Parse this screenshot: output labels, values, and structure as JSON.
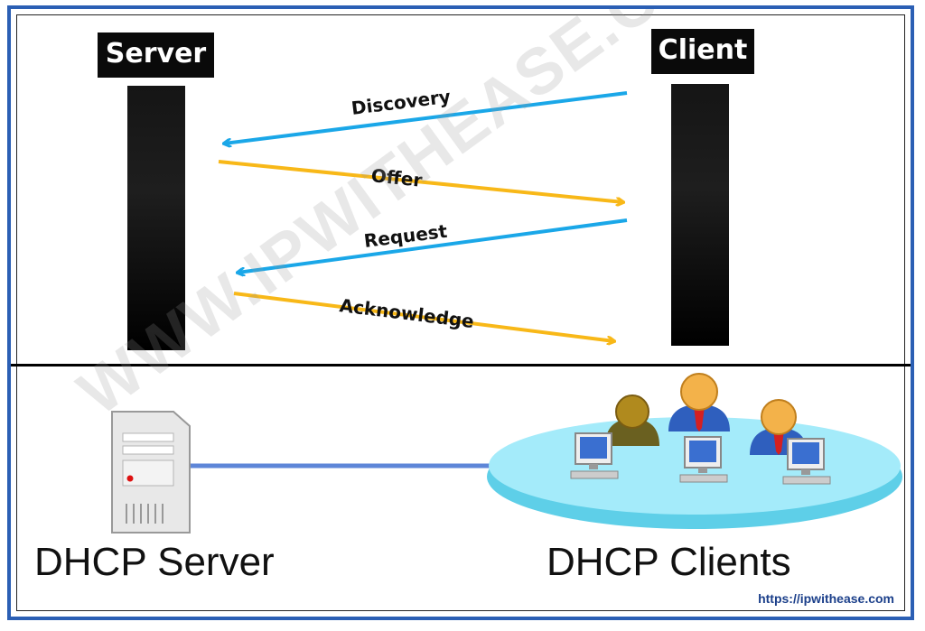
{
  "diagram": {
    "server_label": "Server",
    "client_label": "Client",
    "messages": {
      "discovery": "Discovery",
      "offer": "Offer",
      "request": "Request",
      "acknowledge": "Acknowledge"
    },
    "bottom_server_title": "DHCP Server",
    "bottom_clients_title": "DHCP Clients",
    "watermark": "WWW.IPWITHEASE.COM",
    "url": "https://ipwithease.com"
  },
  "colors": {
    "frame": "#2b5fb4",
    "client_to_server_arrow": "#1aa7e8",
    "server_to_client_arrow": "#f8b818",
    "network_disc": "#9fe6f6"
  },
  "icons": [
    "server-tower-icon",
    "user-icon",
    "desktop-computer-icon"
  ]
}
